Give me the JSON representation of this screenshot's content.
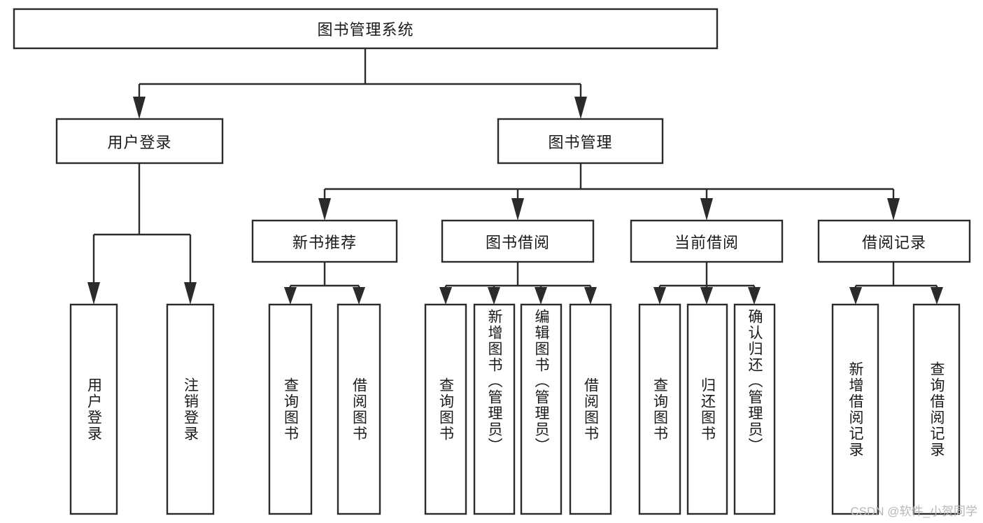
{
  "diagram": {
    "type": "tree",
    "title": "图书管理系统",
    "watermark": "CSDN @软件_小贺同学",
    "colors": {
      "stroke": "#2b2b2b",
      "fill": "#ffffff",
      "text": "#1a1a1a",
      "watermark": "#b8b8b8",
      "background": "#ffffff"
    },
    "nodes": {
      "root": {
        "label": "图书管理系统",
        "orientation": "horizontal",
        "level": 0
      },
      "user_login": {
        "label": "用户登录",
        "orientation": "horizontal",
        "level": 1
      },
      "book_manage": {
        "label": "图书管理",
        "orientation": "horizontal",
        "level": 1
      },
      "new_book_rec": {
        "label": "新书推荐",
        "orientation": "horizontal",
        "level": 2
      },
      "book_borrow": {
        "label": "图书借阅",
        "orientation": "horizontal",
        "level": 2
      },
      "current_borrow": {
        "label": "当前借阅",
        "orientation": "horizontal",
        "level": 2
      },
      "borrow_record": {
        "label": "借阅记录",
        "orientation": "horizontal",
        "level": 2
      },
      "leaf_user_login": {
        "label": "用户登录",
        "orientation": "vertical",
        "level": 2
      },
      "leaf_logout": {
        "label": "注销登录",
        "orientation": "vertical",
        "level": 2
      },
      "leaf_query_book_1": {
        "label": "查询图书",
        "orientation": "vertical",
        "level": 3
      },
      "leaf_borrow_book_1": {
        "label": "借阅图书",
        "orientation": "vertical",
        "level": 3
      },
      "leaf_query_book_2": {
        "label": "查询图书",
        "orientation": "vertical",
        "level": 3
      },
      "leaf_add_book": {
        "label": "新增图书（管理员）",
        "orientation": "vertical",
        "level": 3
      },
      "leaf_edit_book": {
        "label": "编辑图书（管理员）",
        "orientation": "vertical",
        "level": 3
      },
      "leaf_borrow_book_2": {
        "label": "借阅图书",
        "orientation": "vertical",
        "level": 3
      },
      "leaf_query_book_3": {
        "label": "查询图书",
        "orientation": "vertical",
        "level": 3
      },
      "leaf_return_book": {
        "label": "归还图书",
        "orientation": "vertical",
        "level": 3
      },
      "leaf_confirm_return": {
        "label": "确认归还（管理员）",
        "orientation": "vertical",
        "level": 3
      },
      "leaf_add_record": {
        "label": "新增借阅记录",
        "orientation": "vertical",
        "level": 3
      },
      "leaf_query_record": {
        "label": "查询借阅记录",
        "orientation": "vertical",
        "level": 3
      }
    },
    "edges": [
      {
        "from": "root",
        "to": "user_login"
      },
      {
        "from": "root",
        "to": "book_manage"
      },
      {
        "from": "user_login",
        "to": "leaf_user_login"
      },
      {
        "from": "user_login",
        "to": "leaf_logout"
      },
      {
        "from": "book_manage",
        "to": "new_book_rec"
      },
      {
        "from": "book_manage",
        "to": "book_borrow"
      },
      {
        "from": "book_manage",
        "to": "current_borrow"
      },
      {
        "from": "book_manage",
        "to": "borrow_record"
      },
      {
        "from": "new_book_rec",
        "to": "leaf_query_book_1"
      },
      {
        "from": "new_book_rec",
        "to": "leaf_borrow_book_1"
      },
      {
        "from": "book_borrow",
        "to": "leaf_query_book_2"
      },
      {
        "from": "book_borrow",
        "to": "leaf_add_book"
      },
      {
        "from": "book_borrow",
        "to": "leaf_edit_book"
      },
      {
        "from": "book_borrow",
        "to": "leaf_borrow_book_2"
      },
      {
        "from": "current_borrow",
        "to": "leaf_query_book_3"
      },
      {
        "from": "current_borrow",
        "to": "leaf_return_book"
      },
      {
        "from": "current_borrow",
        "to": "leaf_confirm_return"
      },
      {
        "from": "borrow_record",
        "to": "leaf_add_record"
      },
      {
        "from": "borrow_record",
        "to": "leaf_query_record"
      }
    ]
  }
}
